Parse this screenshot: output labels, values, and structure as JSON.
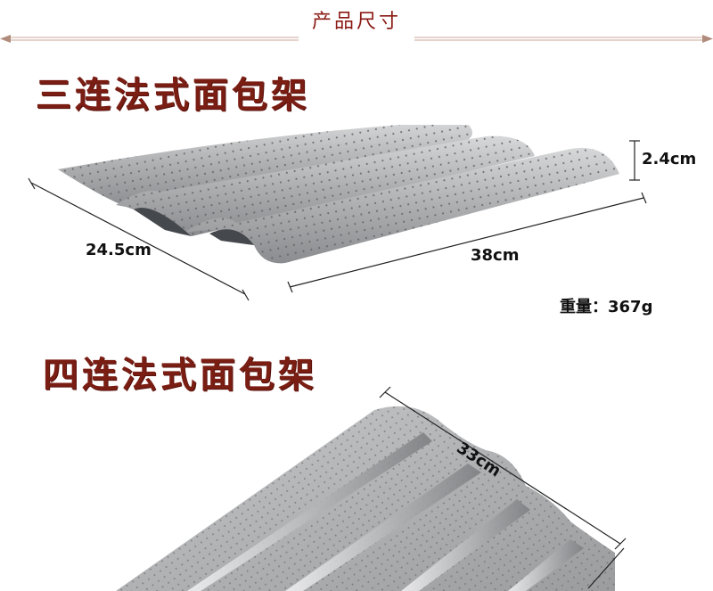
{
  "header": {
    "title": "产品尺寸"
  },
  "tray3": {
    "title": "三连法式面包架",
    "width_label": "24.5cm",
    "length_label": "38cm",
    "height_label": "2.4cm",
    "weight_label": "重量：",
    "weight_value": "367g"
  },
  "tray4": {
    "title": "四连法式面包架",
    "length_label": "33cm"
  },
  "colors": {
    "accent": "#8b1a14",
    "title": "#7a1e14",
    "metal": "#a9aaab"
  }
}
